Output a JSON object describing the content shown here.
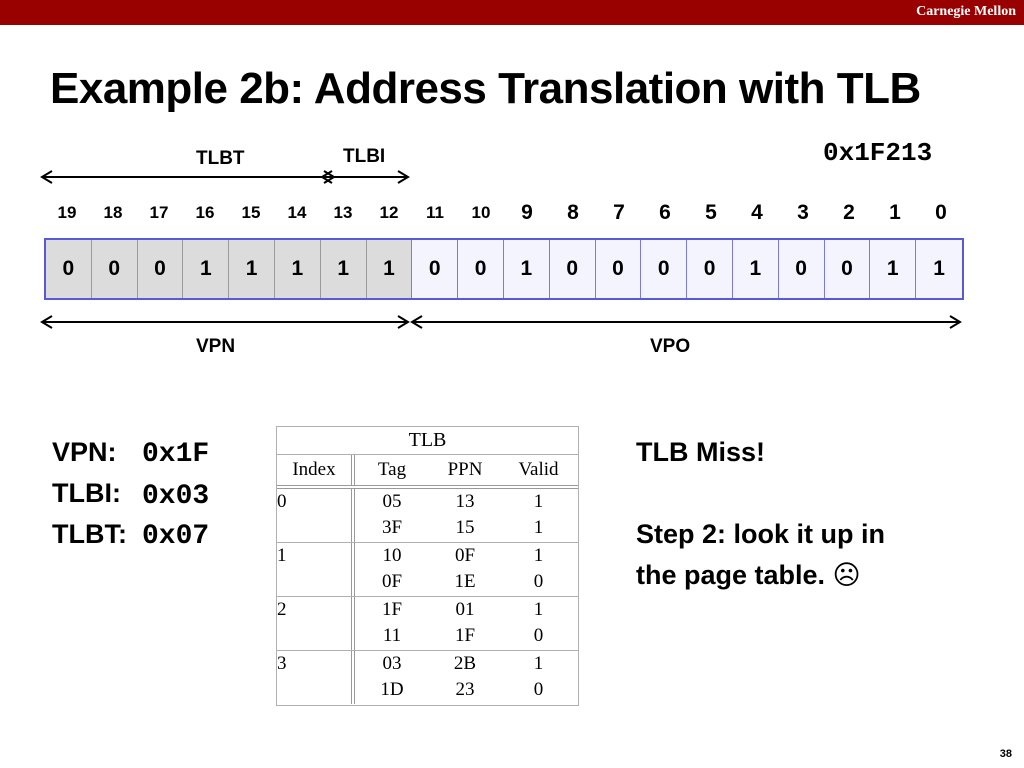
{
  "header": {
    "brand": "Carnegie Mellon"
  },
  "title": "Example 2b: Address Translation with TLB",
  "address_hex": "0x1F213",
  "labels": {
    "tlbt": "TLBT",
    "tlbi": "TLBI",
    "vpn": "VPN",
    "vpo": "VPO"
  },
  "bit_positions": [
    "19",
    "18",
    "17",
    "16",
    "15",
    "14",
    "13",
    "12",
    "11",
    "10",
    "9",
    "8",
    "7",
    "6",
    "5",
    "4",
    "3",
    "2",
    "1",
    "0"
  ],
  "bits": [
    "0",
    "0",
    "0",
    "1",
    "1",
    "1",
    "1",
    "1",
    "0",
    "0",
    "1",
    "0",
    "0",
    "0",
    "0",
    "1",
    "0",
    "0",
    "1",
    "1"
  ],
  "fields": [
    {
      "key": "VPN:",
      "value": "0x1F"
    },
    {
      "key": "TLBI:",
      "value": "0x03"
    },
    {
      "key": "TLBT:",
      "value": "0x07"
    }
  ],
  "tlb": {
    "title": "TLB",
    "columns": [
      "Index",
      "Tag",
      "PPN",
      "Valid"
    ],
    "sets": [
      {
        "index": "0",
        "entries": [
          {
            "tag": "05",
            "ppn": "13",
            "valid": "1"
          },
          {
            "tag": "3F",
            "ppn": "15",
            "valid": "1"
          }
        ]
      },
      {
        "index": "1",
        "entries": [
          {
            "tag": "10",
            "ppn": "0F",
            "valid": "1"
          },
          {
            "tag": "0F",
            "ppn": "1E",
            "valid": "0"
          }
        ]
      },
      {
        "index": "2",
        "entries": [
          {
            "tag": "1F",
            "ppn": "01",
            "valid": "1"
          },
          {
            "tag": "11",
            "ppn": "1F",
            "valid": "0"
          }
        ]
      },
      {
        "index": "3",
        "entries": [
          {
            "tag": "03",
            "ppn": "2B",
            "valid": "1"
          },
          {
            "tag": "1D",
            "ppn": "23",
            "valid": "0"
          }
        ]
      }
    ]
  },
  "notes": {
    "miss": "TLB Miss!",
    "step_line1": "Step 2: look it up in",
    "step_line2": "the page table. ☹"
  },
  "page_number": "38"
}
